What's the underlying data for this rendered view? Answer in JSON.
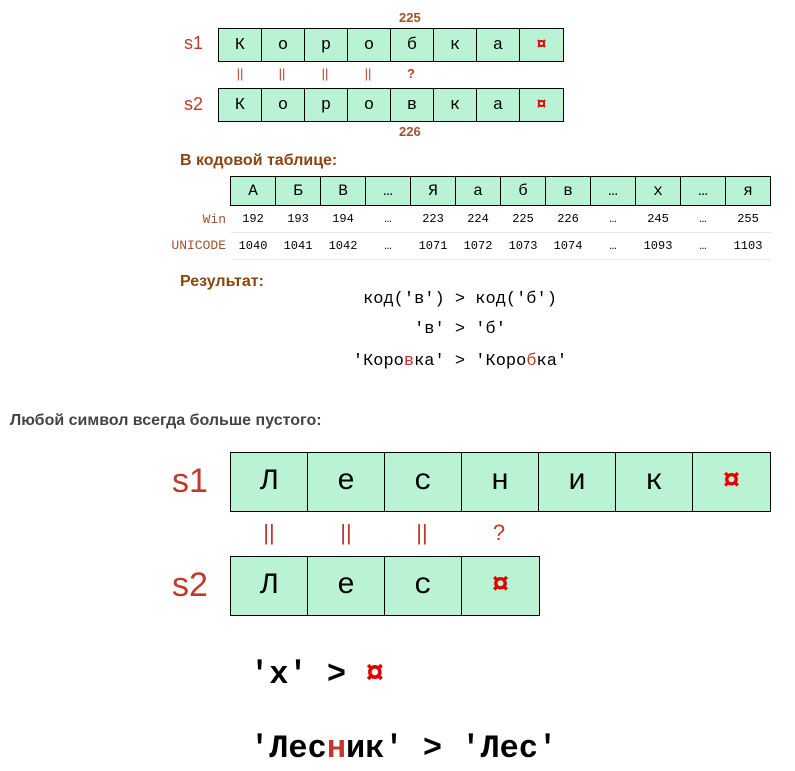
{
  "top": {
    "code_above": "225",
    "code_below": "226",
    "s1_label": "s1",
    "s2_label": "s2",
    "s1": [
      "К",
      "о",
      "р",
      "о",
      "б",
      "к",
      "а",
      "¤"
    ],
    "s2": [
      "К",
      "о",
      "р",
      "о",
      "в",
      "к",
      "а",
      "¤"
    ],
    "compare": [
      "||",
      "||",
      "||",
      "||",
      "?"
    ]
  },
  "code_table": {
    "heading": "В кодовой таблице:",
    "letters": [
      "А",
      "Б",
      "В",
      "…",
      "Я",
      "а",
      "б",
      "в",
      "…",
      "х",
      "…",
      "я"
    ],
    "win_label": "Win",
    "win": [
      "192",
      "193",
      "194",
      "…",
      "223",
      "224",
      "225",
      "226",
      "…",
      "245",
      "…",
      "255"
    ],
    "unicode_label": "UNICODE",
    "unicode": [
      "1040",
      "1041",
      "1042",
      "…",
      "1071",
      "1072",
      "1073",
      "1074",
      "…",
      "1093",
      "…",
      "1103"
    ]
  },
  "result": {
    "heading": "Результат:",
    "line1": "код('в') > код('б')",
    "line2": "'в' > 'б'",
    "line3_a": "'Коро",
    "line3_b": "в",
    "line3_c": "ка' > 'Коро",
    "line3_d": "б",
    "line3_e": "ка'"
  },
  "bottom": {
    "heading": "Любой символ всегда больше пустого:",
    "s1_label": "s1",
    "s2_label": "s2",
    "s1": [
      "Л",
      "е",
      "с",
      "н",
      "и",
      "к",
      "¤"
    ],
    "s2": [
      "Л",
      "е",
      "с",
      "¤"
    ],
    "compare": [
      "||",
      "||",
      "||",
      "?"
    ],
    "expr1_a": "'х' > ",
    "expr1_b": "¤",
    "expr2_a": "'Лес",
    "expr2_b": "н",
    "expr2_c": "ик' > 'Лес'"
  },
  "colors": {
    "cell_fill": "#b9f3d4",
    "label_red": "#c0392b",
    "heading_brown": "#8b4513",
    "end_mark": "#e00000"
  }
}
